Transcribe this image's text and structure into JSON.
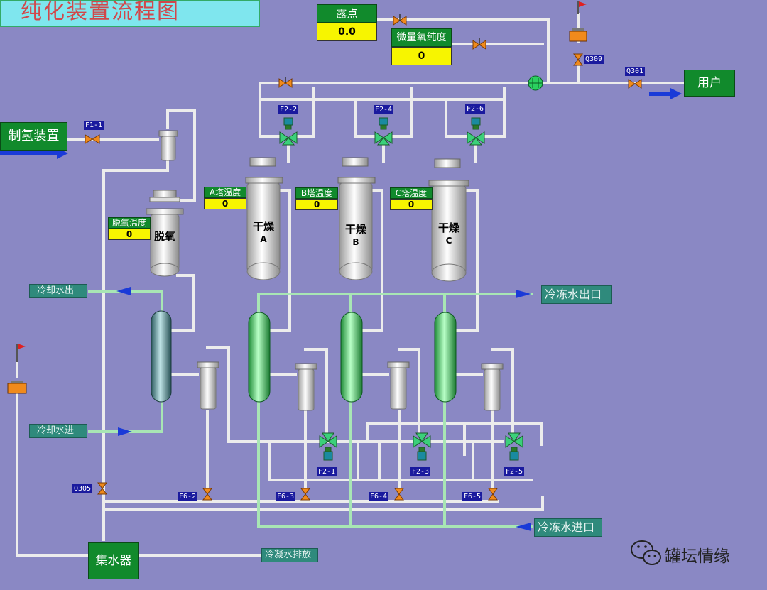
{
  "title": "纯化装置流程图",
  "instruments": {
    "dew_point": {
      "label": "露点",
      "value": "0.0"
    },
    "trace_oxygen": {
      "label": "微量氧纯度",
      "value": "0"
    },
    "deox_temp": {
      "label": "脱氧温度",
      "value": "0"
    },
    "tower_a_temp": {
      "label": "A塔温度",
      "value": "0"
    },
    "tower_b_temp": {
      "label": "B塔温度",
      "value": "0"
    },
    "tower_c_temp": {
      "label": "C塔温度",
      "value": "0"
    }
  },
  "equipment": {
    "deox": "脱氧",
    "dryer_label": "干燥",
    "dryer_a": "A",
    "dryer_b": "B",
    "dryer_c": "C",
    "hydrogen_unit": "制氢装置",
    "user": "用户",
    "water_collector": "集水器"
  },
  "streams": {
    "cooling_out": "冷却水出",
    "cooling_in": "冷却水进",
    "chilled_out": "冷冻水出口",
    "chilled_in": "冷冻水进口",
    "condensate": "冷凝水排放"
  },
  "valve_tags": {
    "f1_1": "F1-1",
    "q309": "Q309",
    "q301": "Q301",
    "q305": "Q305",
    "f2_2": "F2-2",
    "f2_4": "F2-4",
    "f2_6": "F2-6",
    "f2_1": "F2-1",
    "f2_3": "F2-3",
    "f2_5": "F2-5",
    "f6_2": "F6-2",
    "f6_3": "F6-3",
    "f6_4": "F6-4",
    "f6_5": "F6-5"
  },
  "watermark": "罐坛情缘",
  "colors": {
    "background": "#8a88c4",
    "pipe": "#ececec",
    "cooling_pipe": "#a8e6b4",
    "vessel": "#d8d8d8",
    "cooler": "#3ec45a",
    "valve_orange": "#f08a1c",
    "valve_green": "#3bd07a",
    "flow_arrow": "#1a3ad8",
    "panel_green": "#118a2c",
    "display_yellow": "#f7f500"
  }
}
